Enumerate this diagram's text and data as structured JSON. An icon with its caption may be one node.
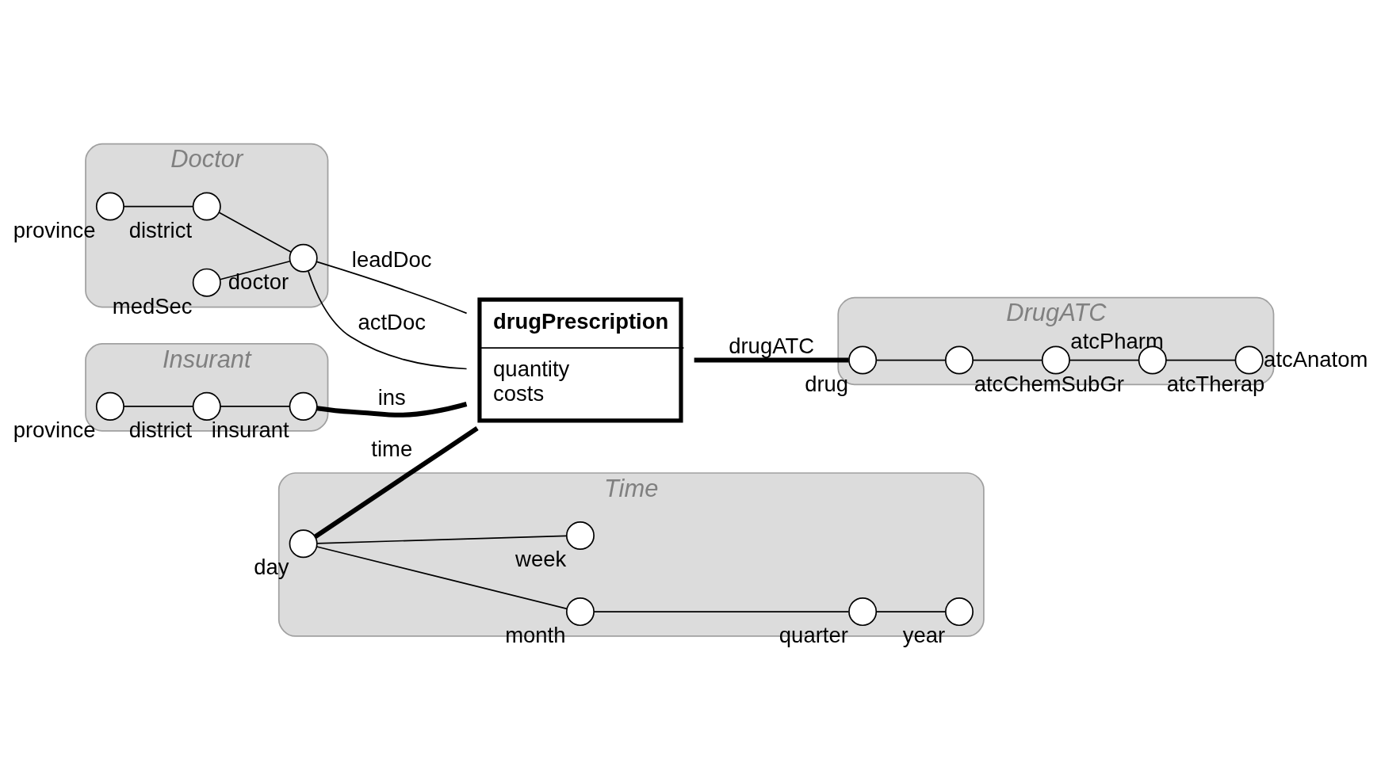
{
  "diagram": {
    "nodes": [
      {
        "text": [
          "Doctor"
        ]
      },
      {
        "text": [],
        "shape": "circle",
        "beside": [
          "province"
        ],
        "in": 0
      },
      {
        "text": [],
        "shape": "circle",
        "beside": [
          "district"
        ],
        "in": 0
      },
      {
        "text": [],
        "shape": "circle",
        "beside": [
          "medSec"
        ],
        "in": 0
      },
      {
        "text": [],
        "shape": "circle",
        "beside": [
          "doctor"
        ],
        "in": 0
      },
      {
        "text": [
          "Insurant"
        ]
      },
      {
        "text": [],
        "shape": "circle",
        "beside": [
          "province"
        ],
        "in": 5
      },
      {
        "text": [],
        "shape": "circle",
        "beside": [
          "district"
        ],
        "in": 5
      },
      {
        "text": [],
        "shape": "circle",
        "beside": [
          "insurant"
        ],
        "in": 5
      },
      {
        "text": [
          "drugPrescription",
          "quantity",
          "costs"
        ]
      },
      {
        "text": [
          "DrugATC"
        ]
      },
      {
        "text": [],
        "shape": "circle",
        "beside": [
          "drug"
        ],
        "in": 10
      },
      {
        "text": [],
        "shape": "circle",
        "beside": [
          "atcChemSubGr"
        ],
        "in": 10
      },
      {
        "text": [],
        "shape": "circle",
        "beside": [
          "atcPharm"
        ],
        "in": 10
      },
      {
        "text": [],
        "shape": "circle",
        "beside": [
          "atcTherap"
        ],
        "in": 10
      },
      {
        "text": [],
        "shape": "circle",
        "beside": [
          "atcAnatom"
        ],
        "in": 10
      },
      {
        "text": [
          "Time"
        ]
      },
      {
        "text": [],
        "shape": "circle",
        "beside": [
          "day"
        ],
        "in": 16
      },
      {
        "text": [],
        "shape": "circle",
        "beside": [
          "month"
        ],
        "in": 16
      },
      {
        "text": [],
        "shape": "circle",
        "beside": [
          "quarter"
        ],
        "in": 16
      },
      {
        "text": [],
        "shape": "circle",
        "beside": [
          "year"
        ],
        "in": 16
      },
      {
        "text": [],
        "shape": "circle",
        "beside": [
          "week"
        ],
        "in": 16
      }
    ],
    "edges": [
      {
        "from": 1,
        "to": 2,
        "arrow": "none"
      },
      {
        "from": 2,
        "to": 4,
        "arrow": "none"
      },
      {
        "from": 3,
        "to": 4,
        "arrow": "none"
      },
      {
        "from": 4,
        "to": 9,
        "arrow": "none",
        "label": "leadDoc"
      },
      {
        "from": 4,
        "to": 9,
        "arrow": "none",
        "label": "actDoc"
      },
      {
        "from": 6,
        "to": 7,
        "arrow": "none"
      },
      {
        "from": 7,
        "to": 8,
        "arrow": "none"
      },
      {
        "from": 8,
        "to": 9,
        "arrow": "none",
        "label": "ins",
        "style": "thick"
      },
      {
        "from": 17,
        "to": 9,
        "arrow": "none",
        "label": "time",
        "style": "thick"
      },
      {
        "from": 9,
        "to": 11,
        "arrow": "none",
        "label": "drugATC",
        "style": "thick"
      },
      {
        "from": 11,
        "to": 12,
        "arrow": "none"
      },
      {
        "from": 12,
        "to": 13,
        "arrow": "none"
      },
      {
        "from": 13,
        "to": 14,
        "arrow": "none"
      },
      {
        "from": 14,
        "to": 15,
        "arrow": "none"
      },
      {
        "from": 17,
        "to": 18,
        "arrow": "none"
      },
      {
        "from": 18,
        "to": 19,
        "arrow": "none"
      },
      {
        "from": 19,
        "to": 20,
        "arrow": "none"
      },
      {
        "from": 17,
        "to": 21,
        "arrow": "none"
      }
    ]
  }
}
